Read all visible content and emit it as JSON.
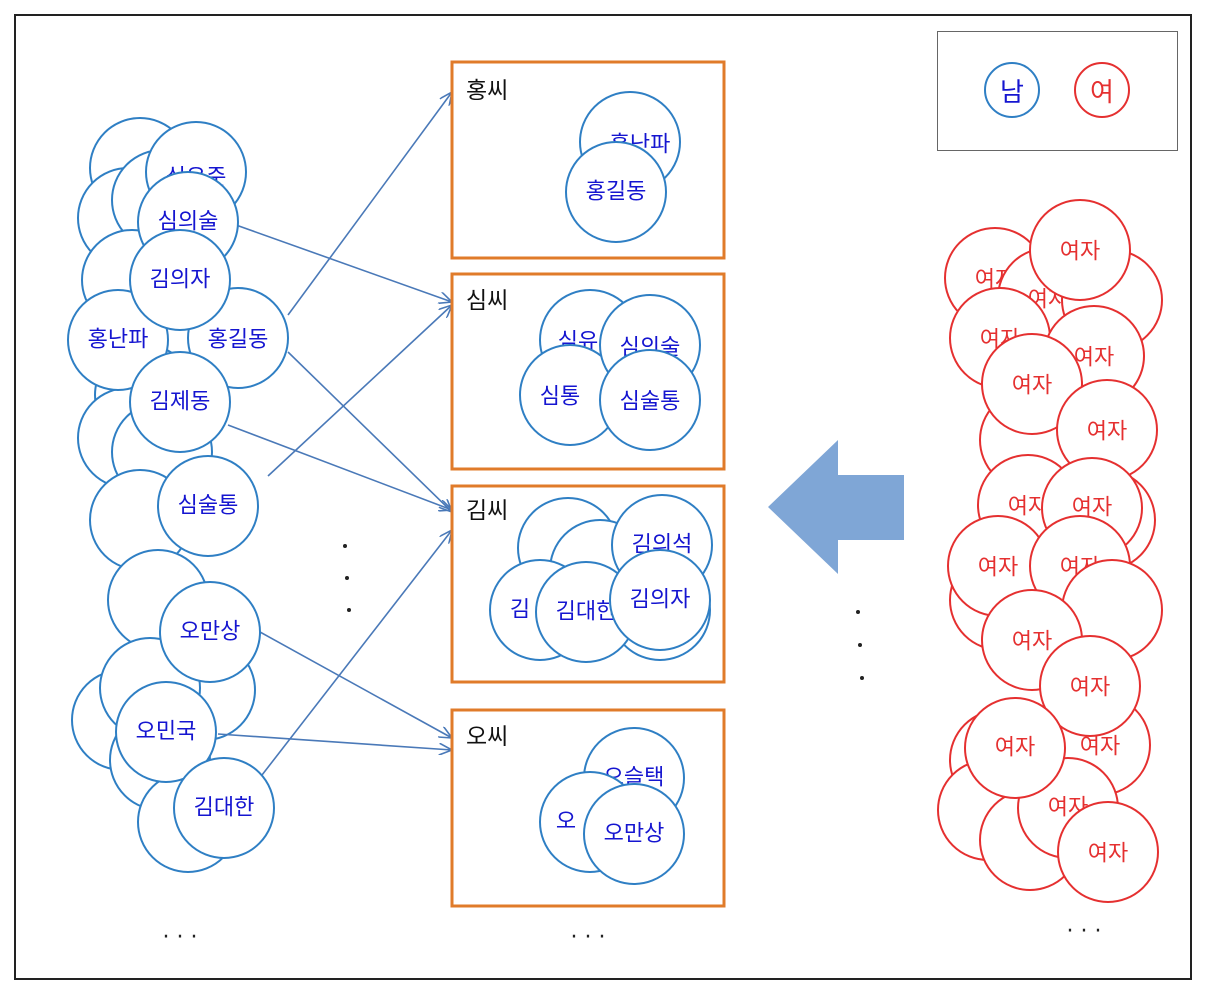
{
  "legend": {
    "male": "남",
    "female": "여"
  },
  "colors": {
    "male_stroke": "#2f7fc4",
    "male_text": "#1515d0",
    "female": "#e53030",
    "box_border": "#e07b2a",
    "arrow": "#4a79b8",
    "big_arrow": "#7fa6d6"
  },
  "male_pool": [
    "심우준",
    "심의술",
    "김의자",
    "홍난파",
    "홍길동",
    "김제동",
    "심술통",
    "오만상",
    "오민국",
    "김대한"
  ],
  "groups": [
    {
      "title": "홍씨",
      "members": [
        "홍난파",
        "홍길동"
      ]
    },
    {
      "title": "심씨",
      "members": [
        "심유",
        "심의술",
        "심통",
        "심술통"
      ]
    },
    {
      "title": "김씨",
      "members": [
        "김의석",
        "김",
        "김대한",
        "김의자"
      ]
    },
    {
      "title": "오씨",
      "members": [
        "오슬택",
        "오",
        "오만상"
      ]
    }
  ],
  "female_label": "여자",
  "ellipsis": "· · ·"
}
